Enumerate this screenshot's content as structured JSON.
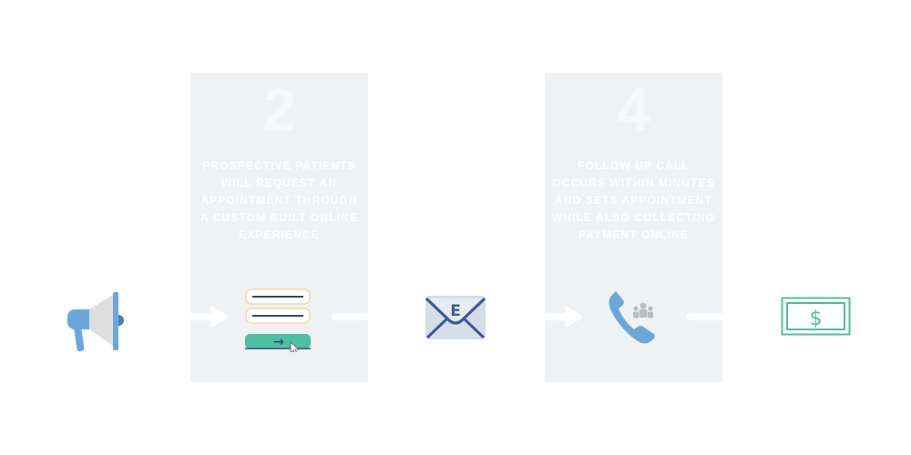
{
  "colors": {
    "panel_bg": "#eff2f5",
    "accent_blue": "#6aa8db",
    "navy": "#3a5a9c",
    "green": "#4dc0a0",
    "form_border": "#f7d9a2"
  },
  "steps": [
    {
      "id": 1,
      "icon": "megaphone-icon"
    },
    {
      "id": 2,
      "number": "2",
      "text": "Prospective patients will request an appointment through a custom built online experience",
      "icon": "online-form-icon"
    },
    {
      "id": 3,
      "icon": "email-envelope-icon",
      "envelope_letter": "E"
    },
    {
      "id": 4,
      "number": "4",
      "text": "Follow up call occurs within minutes and sets appointment while also collecting payment online",
      "icon": "phone-call-icon"
    },
    {
      "id": 5,
      "icon": "dollar-bill-icon",
      "currency_symbol": "$"
    }
  ],
  "form_icon": {
    "submit_symbol": "→"
  }
}
